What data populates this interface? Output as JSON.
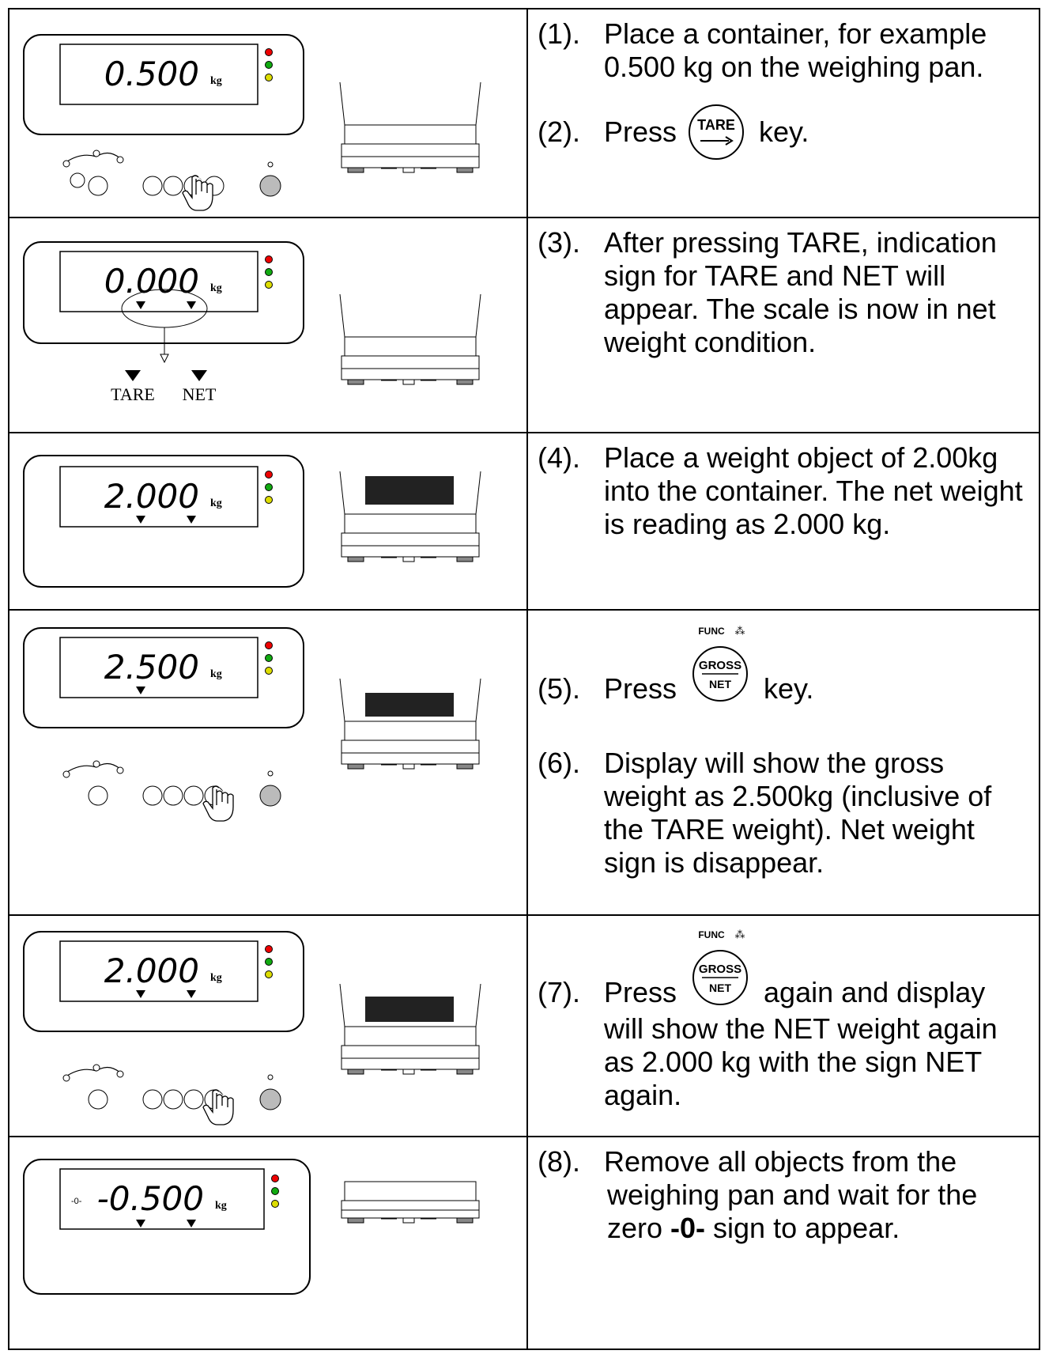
{
  "unit": "kg",
  "tare_label": "TARE",
  "net_label": "NET",
  "gross_label": "GROSS",
  "func_label": "FUNC",
  "zero_sign": "-0-",
  "steps": [
    {
      "num": "(1).",
      "text": "Place a container, for example 0.500 kg on the weighing pan."
    },
    {
      "num": "(2).",
      "pre": "Press",
      "post": "key."
    },
    {
      "num": "(3).",
      "text": "After pressing TARE, indication sign for TARE and NET will appear. The scale is now in net weight condition."
    },
    {
      "num": "(4).",
      "text": "Place a weight object of 2.00kg into the container. The net weight is reading as 2.000 kg."
    },
    {
      "num": "(5).",
      "pre": "Press",
      "post": "key."
    },
    {
      "num": "(6).",
      "text": "Display will show the gross weight as 2.500kg (inclusive of the TARE weight). Net weight sign is disappear."
    },
    {
      "num": "(7).",
      "pre": "Press",
      "post": "again and display",
      "rest": "will show the NET weight again as 2.000 kg with the sign NET again."
    },
    {
      "num": "(8).",
      "l1": "Remove all objects from the",
      "l2": "weighing pan and wait for the",
      "l3pre": "zero",
      "l3post": "sign to appear."
    }
  ],
  "displays": [
    "0.500",
    "0.000",
    "2.000",
    "2.500",
    "2.000",
    "-0.500"
  ]
}
